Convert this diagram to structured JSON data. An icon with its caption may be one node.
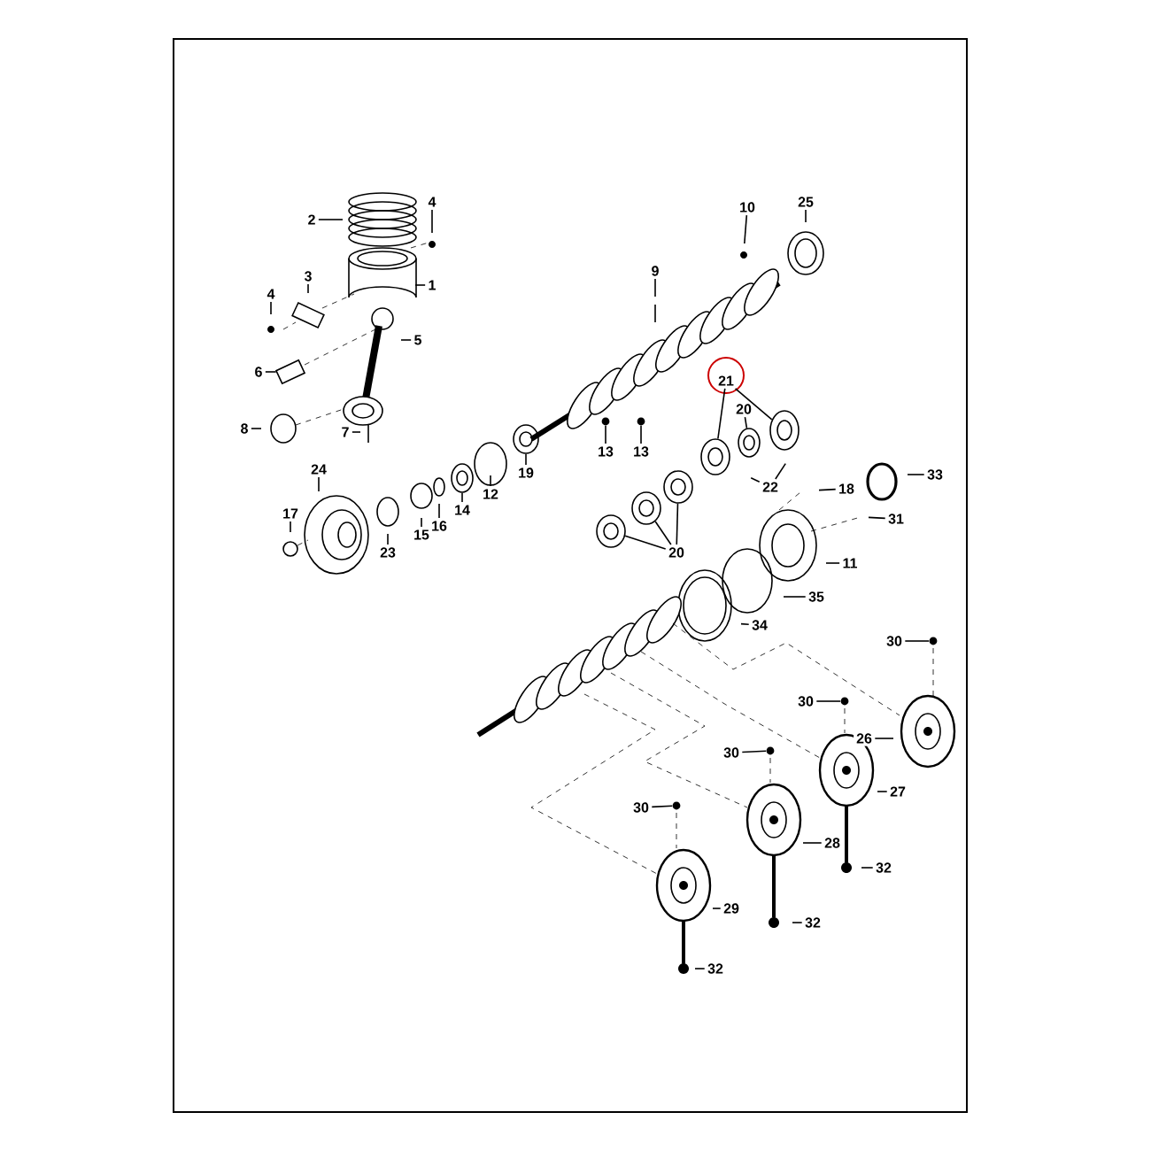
{
  "diagram": {
    "nodes": [
      {
        "text": [
          "2"
        ]
      },
      {
        "text": [
          "4"
        ]
      },
      {
        "text": [
          "3"
        ]
      },
      {
        "text": [
          "1"
        ]
      },
      {
        "text": [
          "4"
        ]
      },
      {
        "text": [
          "5"
        ]
      },
      {
        "text": [
          "6"
        ]
      },
      {
        "text": [
          "8"
        ]
      },
      {
        "text": [
          "7"
        ]
      },
      {
        "text": [
          "24"
        ]
      },
      {
        "text": [
          "17"
        ]
      },
      {
        "text": [
          "23"
        ]
      },
      {
        "text": [
          "15"
        ]
      },
      {
        "text": [
          "16"
        ]
      },
      {
        "text": [
          "14"
        ]
      },
      {
        "text": [
          "12"
        ]
      },
      {
        "text": [
          "19"
        ]
      },
      {
        "text": [
          "9"
        ]
      },
      {
        "text": [
          "10"
        ]
      },
      {
        "text": [
          "25"
        ]
      },
      {
        "text": [
          "13"
        ]
      },
      {
        "text": [
          "13"
        ]
      },
      {
        "text": [
          "21"
        ]
      },
      {
        "text": [
          "20"
        ]
      },
      {
        "text": [
          "22"
        ]
      },
      {
        "text": [
          "18"
        ]
      },
      {
        "text": [
          "33"
        ]
      },
      {
        "text": [
          "31"
        ]
      },
      {
        "text": [
          "11"
        ]
      },
      {
        "text": [
          "20"
        ]
      },
      {
        "text": [
          "35"
        ]
      },
      {
        "text": [
          "34"
        ]
      },
      {
        "text": [
          "30"
        ]
      },
      {
        "text": [
          "26"
        ]
      },
      {
        "text": [
          "30"
        ]
      },
      {
        "text": [
          "27"
        ]
      },
      {
        "text": [
          "30"
        ]
      },
      {
        "text": [
          "28"
        ]
      },
      {
        "text": [
          "32"
        ]
      },
      {
        "text": [
          "30"
        ]
      },
      {
        "text": [
          "29"
        ]
      },
      {
        "text": [
          "32"
        ]
      },
      {
        "text": [
          "32"
        ]
      },
      {
        "text": [],
        "shape": "box"
      },
      {
        "text": [],
        "shape": "ring"
      },
      {
        "text": [],
        "shape": "ring"
      },
      {
        "text": [],
        "shape": "dot"
      },
      {
        "text": [],
        "shape": "ring"
      },
      {
        "text": [],
        "shape": "dot"
      },
      {
        "text": [],
        "shape": "ring"
      },
      {
        "text": [],
        "shape": "dot"
      },
      {
        "text": [],
        "shape": "ring"
      },
      {
        "text": [],
        "shape": "ring"
      },
      {
        "text": [],
        "shape": "ring"
      },
      {
        "text": [],
        "shape": "dot"
      },
      {
        "text": [],
        "shape": "ring"
      },
      {
        "text": [],
        "shape": "dot"
      },
      {
        "text": [],
        "shape": "dot"
      }
    ],
    "edges": [
      {
        "from": 0,
        "to": null,
        "arrow": "none"
      },
      {
        "from": 1,
        "to": null,
        "arrow": "none"
      },
      {
        "from": 2,
        "to": null,
        "arrow": "none"
      },
      {
        "from": 3,
        "to": null,
        "arrow": "none"
      },
      {
        "from": 4,
        "to": null,
        "arrow": "none"
      },
      {
        "from": 5,
        "to": null,
        "arrow": "none"
      },
      {
        "from": 6,
        "to": 43,
        "arrow": "none"
      },
      {
        "from": 7,
        "to": null,
        "arrow": "none"
      },
      {
        "from": 8,
        "to": null,
        "arrow": "none"
      },
      {
        "from": 9,
        "to": null,
        "arrow": "none"
      },
      {
        "from": 10,
        "to": null,
        "arrow": "none"
      },
      {
        "from": 11,
        "to": null,
        "arrow": "none"
      },
      {
        "from": 12,
        "to": null,
        "arrow": "none"
      },
      {
        "from": 13,
        "to": null,
        "arrow": "none"
      },
      {
        "from": 14,
        "to": 44,
        "arrow": "none"
      },
      {
        "from": 15,
        "to": null,
        "arrow": "none"
      },
      {
        "from": 16,
        "to": 45,
        "arrow": "none"
      },
      {
        "from": 17,
        "to": null,
        "arrow": "none"
      },
      {
        "from": 18,
        "to": null,
        "arrow": "none"
      },
      {
        "from": 19,
        "to": null,
        "arrow": "none"
      },
      {
        "from": 20,
        "to": 46,
        "arrow": "none"
      },
      {
        "from": 21,
        "to": 48,
        "arrow": "none"
      },
      {
        "from": 22,
        "to": 52,
        "arrow": "none"
      },
      {
        "from": 22,
        "to": 55,
        "arrow": "none"
      },
      {
        "from": 23,
        "to": 53,
        "arrow": "none"
      },
      {
        "from": 24,
        "to": null,
        "arrow": "none"
      },
      {
        "from": 24,
        "to": null,
        "arrow": "none"
      },
      {
        "from": 25,
        "to": null,
        "arrow": "none"
      },
      {
        "from": 26,
        "to": null,
        "arrow": "none"
      },
      {
        "from": 27,
        "to": null,
        "arrow": "none"
      },
      {
        "from": 28,
        "to": null,
        "arrow": "none"
      },
      {
        "from": 29,
        "to": 47,
        "arrow": "none"
      },
      {
        "from": 29,
        "to": 49,
        "arrow": "none"
      },
      {
        "from": 29,
        "to": 51,
        "arrow": "none"
      },
      {
        "from": 30,
        "to": null,
        "arrow": "none"
      },
      {
        "from": 31,
        "to": null,
        "arrow": "none"
      },
      {
        "from": 32,
        "to": 57,
        "arrow": "none"
      },
      {
        "from": 33,
        "to": null,
        "arrow": "none"
      },
      {
        "from": 34,
        "to": 56,
        "arrow": "none"
      },
      {
        "from": 35,
        "to": null,
        "arrow": "none"
      },
      {
        "from": 36,
        "to": 54,
        "arrow": "none"
      },
      {
        "from": 37,
        "to": null,
        "arrow": "none"
      },
      {
        "from": 38,
        "to": null,
        "arrow": "none"
      },
      {
        "from": 39,
        "to": 50,
        "arrow": "none"
      },
      {
        "from": 40,
        "to": null,
        "arrow": "none"
      },
      {
        "from": 41,
        "to": null,
        "arrow": "none"
      },
      {
        "from": 42,
        "to": null,
        "arrow": "none"
      }
    ]
  }
}
